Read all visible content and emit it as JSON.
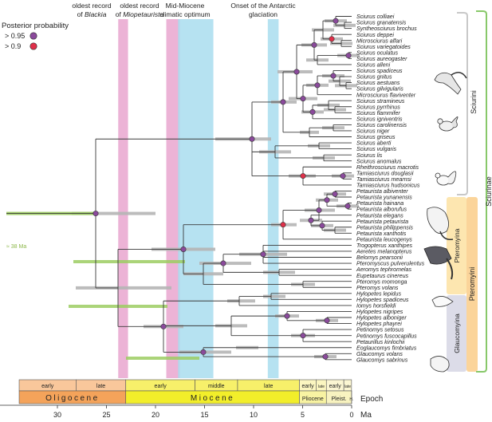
{
  "legend": {
    "title": "Posterior probability",
    "items": [
      {
        "label": "> 0.95",
        "color": "#8b4a9c"
      },
      {
        "label": "> 0.9",
        "color": "#e0304a"
      }
    ]
  },
  "events": [
    {
      "line1": "oldest record",
      "line2": "of Blackia",
      "ma": 23.3,
      "width_ma": 1.0,
      "color": "#e9a6cf"
    },
    {
      "line1": "oldest record",
      "line2": "of Miopetaurista",
      "ma": 18.2,
      "width_ma": 1.4,
      "color": "#e9a6cf"
    },
    {
      "line1": "Mid-Miocene",
      "line2": "climatic optimum",
      "ma": 15.9,
      "width_ma": 3.6,
      "color": "#a9ddee"
    },
    {
      "line1": "Onset of the Antarctic",
      "line2": "glaciation",
      "ma": 8.0,
      "width_ma": 1.1,
      "color": "#a9ddee"
    }
  ],
  "outgroup_label": "≈ 38 Ma",
  "species": [
    "Sciurus colliaei",
    "Sciurus granatensis",
    "Syntheosciurus brochus",
    "Sciurus deppei",
    "Microsciurus alfari",
    "Sciurus variegatoides",
    "Sciurus oculatus",
    "Sciurus aureogaster",
    "Sciurus alleni",
    "Sciurus spadiceus",
    "Sciurus gnitus",
    "Sciurus aestuans",
    "Sciurus gilvigularis",
    "Microsciurus flaviventer",
    "Sciurus stramineus",
    "Sciurus pyrrhinus",
    "Sciurus flammifer",
    "Sciurus igniventris",
    "Sciurus carolinensis",
    "Sciurus niger",
    "Sciurus griseus",
    "Sciurus aberti",
    "Sciurus vulgaris",
    "Sciurus lis",
    "Sciurus anomalus",
    "Rheithrosciurus macrotis",
    "Tamiasciurus douglasii",
    "Tamiasciurus mearnsi",
    "Tamiasciurus hudsonicus",
    "Petaurista albiventer",
    "Petaurista yunanensis",
    "Petaurista hainana",
    "Petaurista alborufus",
    "Petaurista elegans",
    "Petaurista petaurista",
    "Petaurista philippensis",
    "Petaurista xanthotis",
    "Petaurista leucogenys",
    "Trogopterus xanthipes",
    "Aeretes melanopterus",
    "Belomys pearsonii",
    "Pteromyscus pulverulentus",
    "Aeromys tephromelas",
    "Eupetaurus cinereus",
    "Pteromys momonga",
    "Pteromys volans",
    "Hylopetes lepidus",
    "Hylopetes spadiceus",
    "Iomys horsfieldi",
    "Hylopetes nigripes",
    "Hylopetes alboniger",
    "Hylopetes phayrei",
    "Petinomys setosus",
    "Petinomys fuscocapillus",
    "Petaurillus kinlochii",
    "Eoglaucomys fimbriatus",
    "Glaucomys volans",
    "Glaucomys sabrinus"
  ],
  "clades": {
    "sciurini": "Sciurini",
    "pteromyina": "Pteromyina",
    "glaucomyina": "Glaucomyina",
    "pteromyini": "Pteromyini",
    "sciurinae": "Sciurinae"
  },
  "timescale": {
    "epoch_label": "Epoch",
    "axis_label": "Ma",
    "ticks": [
      "30",
      "25",
      "20",
      "15",
      "10",
      "5",
      "0"
    ],
    "tick_values": [
      30,
      25,
      20,
      15,
      10,
      5,
      0
    ],
    "epochs": [
      {
        "name": "Oligocene",
        "start": 33.9,
        "end": 23.03,
        "color": "#f4a35a",
        "spaced": true
      },
      {
        "name": "Miocene",
        "start": 23.03,
        "end": 5.33,
        "color": "#f2ee2a",
        "spaced": true
      },
      {
        "name": "Pliocene",
        "start": 5.33,
        "end": 2.58,
        "color": "#f8f3a2",
        "spaced": false
      },
      {
        "name": "Pleist.",
        "start": 2.58,
        "end": 0.0117,
        "color": "#f8f3c0",
        "spaced": false
      },
      {
        "name": "H.",
        "start": 0.0117,
        "end": 0,
        "color": "#fdf6e0",
        "spaced": false
      }
    ],
    "subepochs": [
      {
        "name": "early",
        "start": 33.9,
        "end": 28.1,
        "color": "#f9c79b"
      },
      {
        "name": "late",
        "start": 28.1,
        "end": 23.03,
        "color": "#f9c79b"
      },
      {
        "name": "early",
        "start": 23.03,
        "end": 15.97,
        "color": "#f7f06a"
      },
      {
        "name": "middle",
        "start": 15.97,
        "end": 11.63,
        "color": "#f7f06a"
      },
      {
        "name": "late",
        "start": 11.63,
        "end": 5.33,
        "color": "#f7f06a"
      },
      {
        "name": "early",
        "start": 5.33,
        "end": 3.6,
        "color": "#fbf6c0"
      },
      {
        "name": "late",
        "start": 3.6,
        "end": 2.58,
        "color": "#fbf6c0"
      },
      {
        "name": "early",
        "start": 2.58,
        "end": 0.8,
        "color": "#fbf6d2"
      },
      {
        "name": "late",
        "start": 0.8,
        "end": 0.0117,
        "color": "#fbf6d2"
      }
    ]
  }
}
